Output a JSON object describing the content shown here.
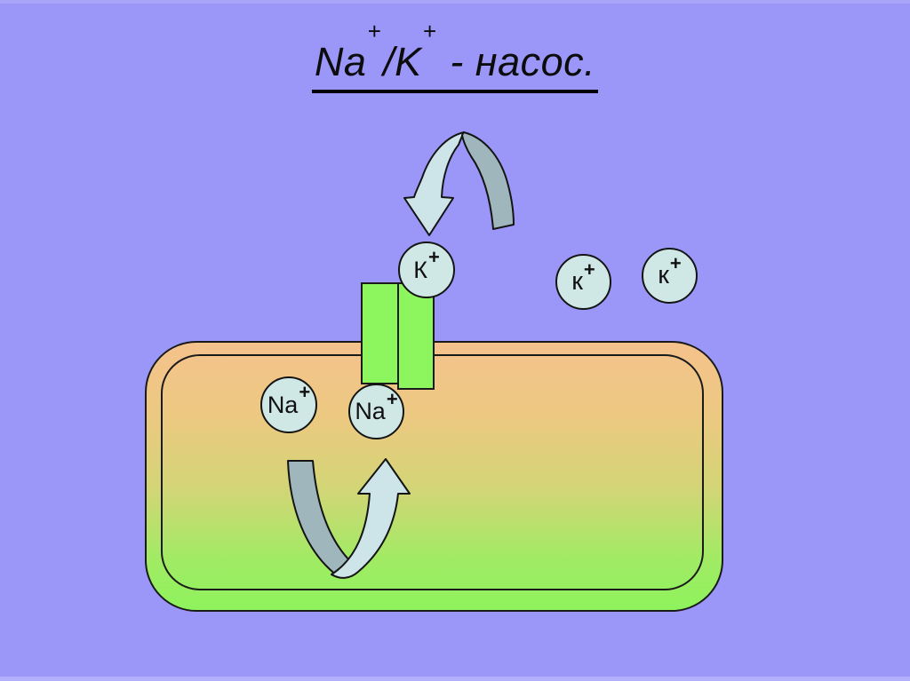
{
  "slide": {
    "title": {
      "na": "Na",
      "na_charge": "+",
      "k": "/K",
      "k_charge": "+",
      "rest": " - насос."
    },
    "ions": {
      "k_channel": {
        "label": "К",
        "charge": "+"
      },
      "k_out_1": {
        "label": "к",
        "charge": "+"
      },
      "k_out_2": {
        "label": "к",
        "charge": "+"
      },
      "na_in_1": {
        "label": "Na",
        "charge": "+"
      },
      "na_in_2": {
        "label": "Na",
        "charge": "+"
      }
    },
    "icons": {
      "k_influx_arrow": "arch-arrow-down-icon",
      "na_efflux_arrow": "u-turn-arrow-up-icon"
    },
    "colors": {
      "background": "#9a97f8",
      "cell_gradient_top": "#f5c28c",
      "cell_gradient_bottom": "#8ef35d",
      "channel_green": "#8df55e",
      "ion_fill": "#cfe8e6",
      "arrow_light": "#cde4e9",
      "arrow_dark": "#9fb7bc",
      "outline": "#1a1a1a"
    }
  }
}
